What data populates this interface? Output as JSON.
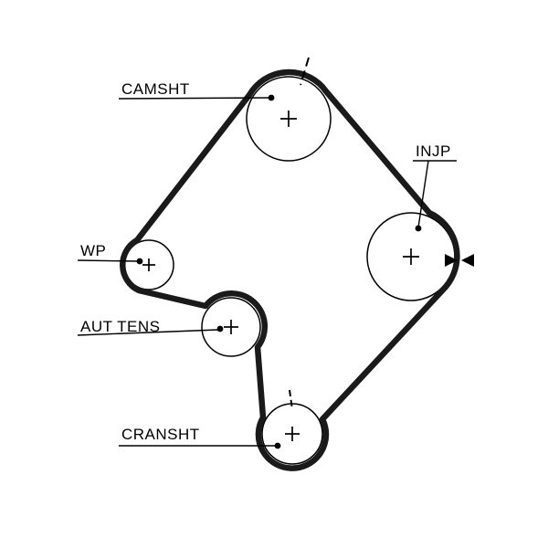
{
  "diagram": {
    "type": "timing-belt-routing",
    "labels": {
      "camshaft": "CAMSHT",
      "injection_pump": "INJP",
      "water_pump": "WP",
      "auto_tensioner": "AUT TENS",
      "crankshaft": "CRANSHT"
    },
    "colors": {
      "belt": "#1a1a1a",
      "line": "#000000",
      "background": "#ffffff"
    }
  }
}
